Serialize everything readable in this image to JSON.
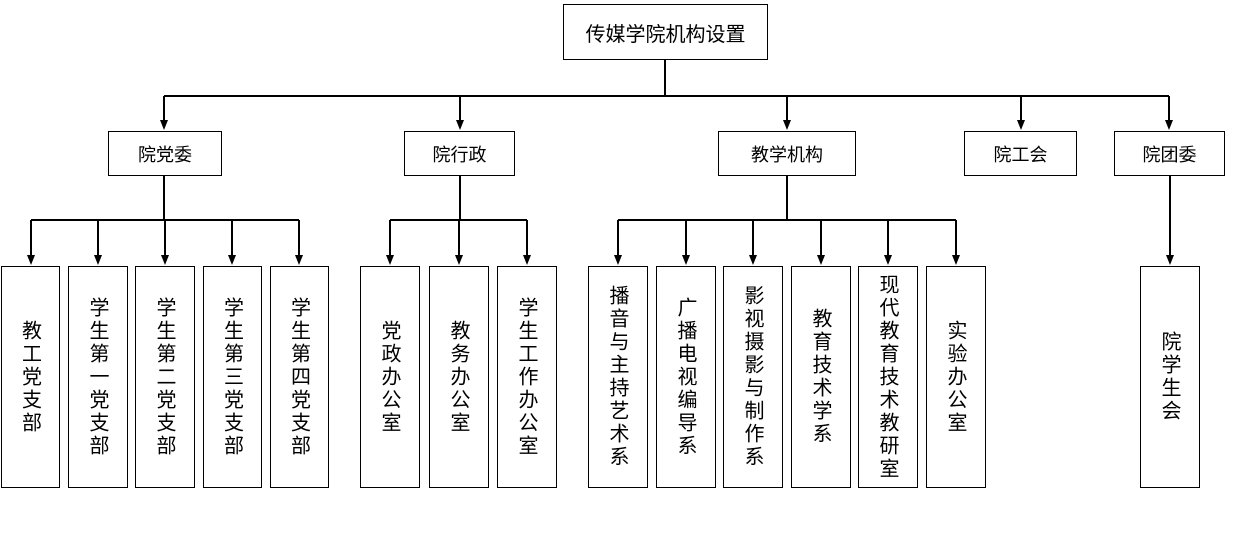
{
  "diagram": {
    "root": "传媒学院机构设置",
    "departments": [
      {
        "label": "院党委",
        "children": [
          "教工党支部",
          "学生第一党支部",
          "学生第二党支部",
          "学生第三党支部",
          "学生第四党支部"
        ]
      },
      {
        "label": "院行政",
        "children": [
          "党政办公室",
          "教务办公室",
          "学生工作办公室"
        ]
      },
      {
        "label": "教学机构",
        "children": [
          "播音与主持艺术系",
          "广播电视编导系",
          "影视摄影与制作系",
          "教育技术学系",
          "现代教育技术教研室",
          "实验办公室"
        ]
      },
      {
        "label": "院工会",
        "children": []
      },
      {
        "label": "院团委",
        "children": [
          "院学生会"
        ]
      }
    ]
  }
}
